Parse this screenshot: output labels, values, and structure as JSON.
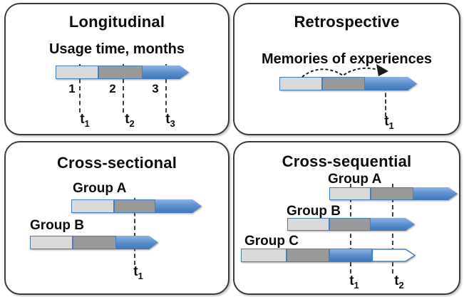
{
  "panels": {
    "longitudinal": {
      "title": "Longitudinal",
      "axis_label": "Usage time, months",
      "segment_numbers": [
        "1",
        "2",
        "3"
      ],
      "ticks": [
        {
          "base": "t",
          "sub": "1"
        },
        {
          "base": "t",
          "sub": "2"
        },
        {
          "base": "t",
          "sub": "3"
        }
      ]
    },
    "retrospective": {
      "title": "Retrospective",
      "annotation": "Memories of experiences",
      "ticks": [
        {
          "base": "t",
          "sub": "1"
        }
      ]
    },
    "cross_sectional": {
      "title": "Cross-sectional",
      "groups": [
        {
          "label": "Group A"
        },
        {
          "label": "Group B"
        }
      ],
      "ticks": [
        {
          "base": "t",
          "sub": "1"
        }
      ]
    },
    "cross_sequential": {
      "title": "Cross-sequential",
      "groups": [
        {
          "label": "Group A"
        },
        {
          "label": "Group B"
        },
        {
          "label": "Group C"
        }
      ],
      "ticks": [
        {
          "base": "t",
          "sub": "1"
        },
        {
          "base": "t",
          "sub": "2"
        }
      ]
    }
  },
  "colors": {
    "segment_light_gray": "#d9d9d9",
    "segment_dark_gray": "#999999",
    "segment_blue": "#4376b5",
    "segment_border_blue": "#4a7ebb",
    "panel_border": "#3b3b3b",
    "dashed_line": "#3f3f3f",
    "text": "#0d0d0d",
    "background": "#ffffff"
  }
}
